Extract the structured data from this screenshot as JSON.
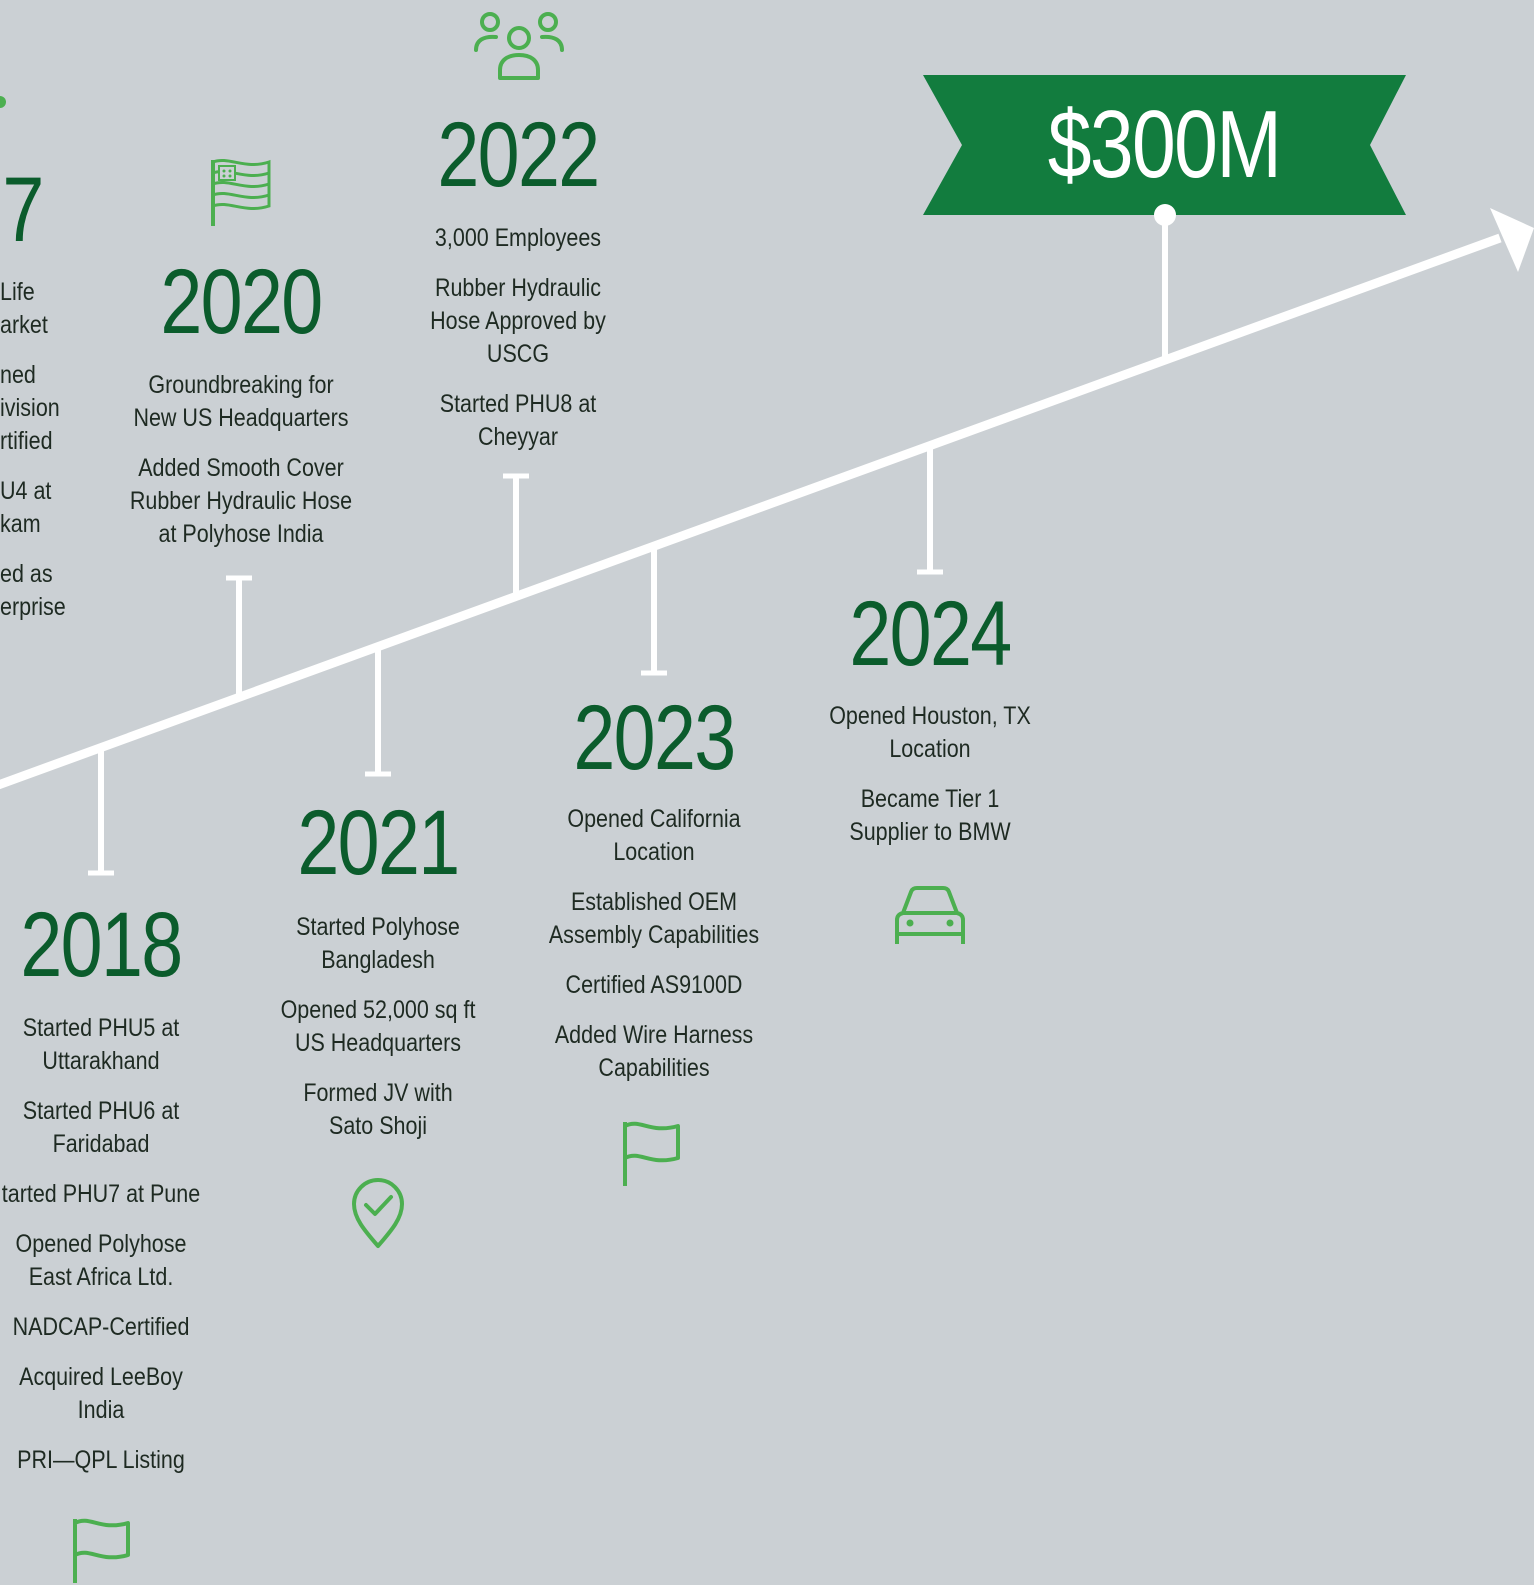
{
  "colors": {
    "background": "#cbd0d4",
    "accent": "#127c3e",
    "year": "#0b5c2c",
    "icon": "#4caf50",
    "line": "#ffffff"
  },
  "banner": {
    "text": "$300M"
  },
  "partial": {
    "year": "7",
    "items": [
      "Life",
      "arket",
      "ned",
      "ivision",
      "rtified",
      "U4 at",
      "kam",
      "ed as",
      "erprise"
    ]
  },
  "milestones": [
    {
      "year": "2018",
      "icon": "flag-icon",
      "items": [
        "Started PHU5 at\nUttarakhand",
        "Started PHU6 at\nFaridabad",
        "tarted PHU7 at Pune",
        "Opened Polyhose\nEast Africa Ltd.",
        "NADCAP-Certified",
        "Acquired LeeBoy\nIndia",
        "PRI—QPL Listing"
      ]
    },
    {
      "year": "2020",
      "icon": "us-flag-icon",
      "items": [
        "Groundbreaking for\nNew US Headquarters",
        "Added Smooth Cover\nRubber Hydraulic Hose\nat Polyhose India"
      ]
    },
    {
      "year": "2021",
      "icon": "location-check-icon",
      "items": [
        "Started Polyhose\nBangladesh",
        "Opened 52,000 sq ft\nUS Headquarters",
        "Formed JV with\nSato Shoji"
      ]
    },
    {
      "year": "2022",
      "icon": "people-icon",
      "items": [
        "3,000 Employees",
        "Rubber Hydraulic\nHose Approved by\nUSCG",
        "Started PHU8 at\nCheyyar"
      ]
    },
    {
      "year": "2023",
      "icon": "flag-icon",
      "items": [
        "Opened California\nLocation",
        "Established OEM\nAssembly Capabilities",
        "Certified AS9100D",
        "Added Wire Harness\nCapabilities"
      ]
    },
    {
      "year": "2024",
      "icon": "car-icon",
      "items": [
        "Opened Houston, TX\nLocation",
        "Became Tier 1\nSupplier to BMW"
      ]
    }
  ]
}
